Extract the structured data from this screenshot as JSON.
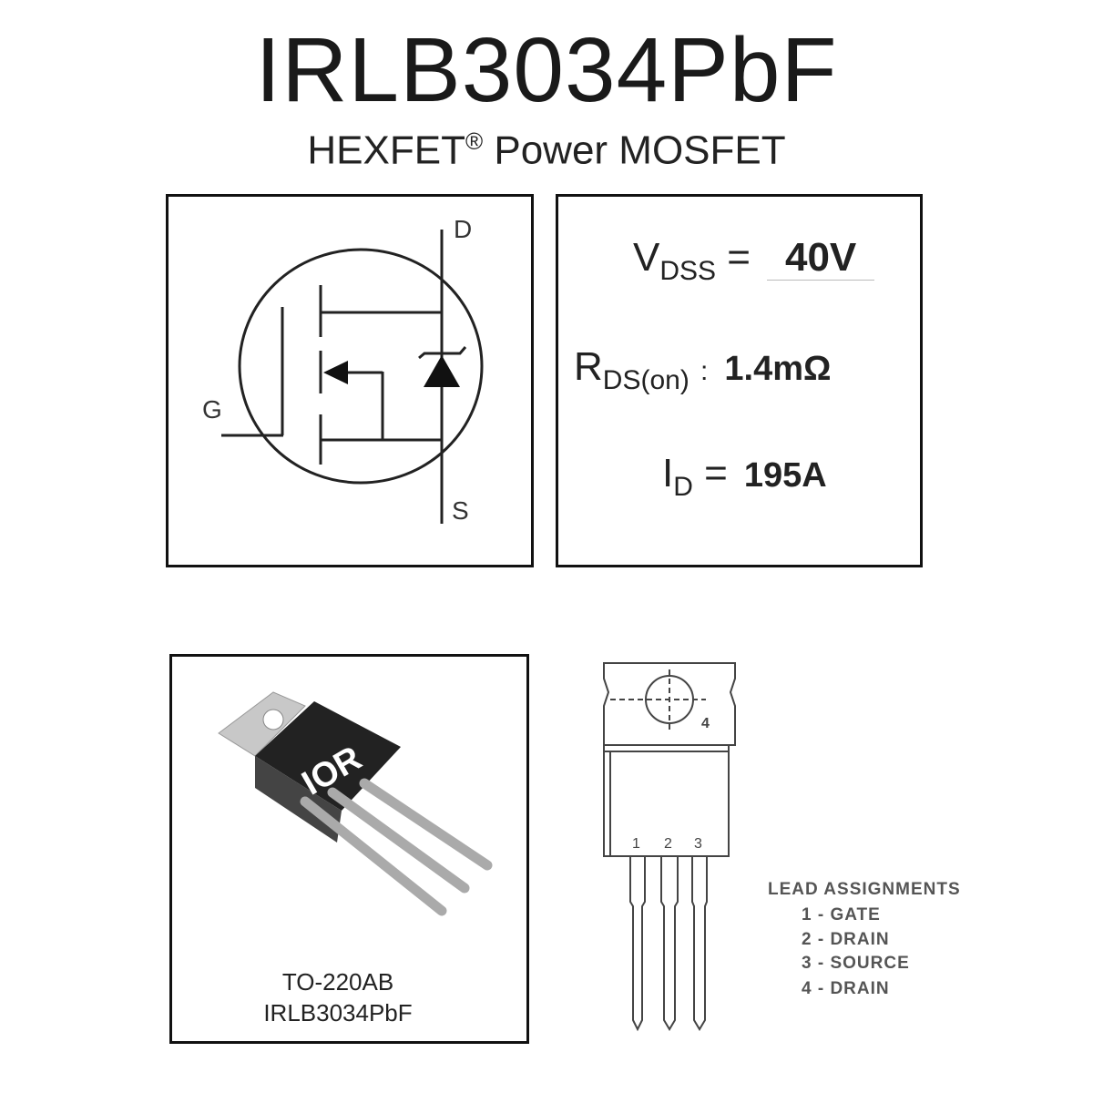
{
  "header": {
    "part_number": "IRLB3034PbF",
    "subtitle_prefix": "HEXFET",
    "subtitle_mark": "®",
    "subtitle_suffix": " Power MOSFET"
  },
  "symbol": {
    "drain_label": "D",
    "gate_label": "G",
    "source_label": "S"
  },
  "specs": {
    "vdss": {
      "symbol": "V",
      "subscript": "DSS",
      "sep": "=",
      "value": "40V"
    },
    "rdson": {
      "symbol": "R",
      "subscript": "DS(on)",
      "sep": ":",
      "value": "1.4mΩ"
    },
    "id": {
      "symbol": "I",
      "subscript": "D",
      "sep": "=",
      "value": "195A"
    }
  },
  "package": {
    "logo": "IOR",
    "name": "TO-220AB",
    "part": "IRLB3034PbF"
  },
  "outline": {
    "pin_numbers": [
      "1",
      "2",
      "3"
    ],
    "tab_number": "4",
    "lead_title": "LEAD ASSIGNMENTS",
    "leads": [
      "1 - GATE",
      "2 - DRAIN",
      "3 - SOURCE",
      "4 - DRAIN"
    ]
  }
}
